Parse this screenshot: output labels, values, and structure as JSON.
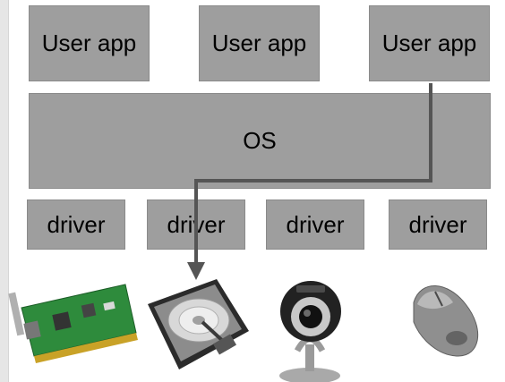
{
  "layers": {
    "user_apps": [
      "User app",
      "User app",
      "User app"
    ],
    "os": "OS",
    "drivers": [
      "driver",
      "driver",
      "driver",
      "driver"
    ]
  },
  "devices": [
    "network-card-icon",
    "hard-drive-icon",
    "webcam-icon",
    "mouse-icon"
  ],
  "colors": {
    "box_fill": "#9e9e9e",
    "arrow": "#555555",
    "background": "#ffffff"
  }
}
